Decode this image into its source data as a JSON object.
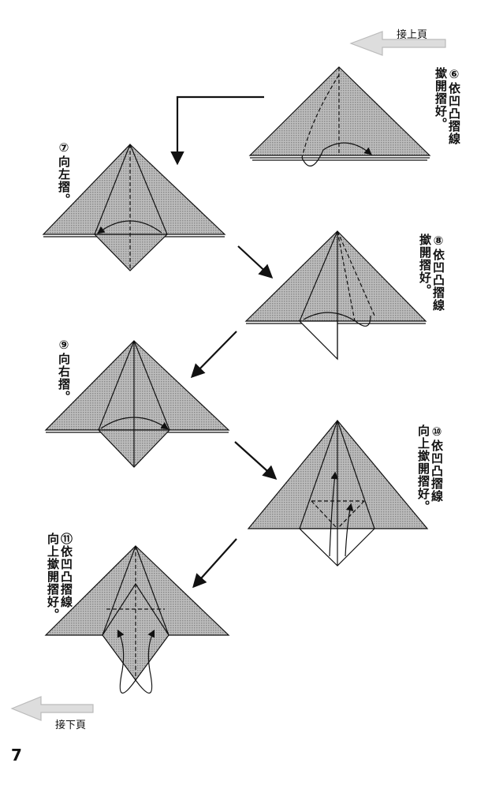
{
  "navigation": {
    "prev_label": "接上頁",
    "next_label": "接下頁"
  },
  "page_number": "7",
  "fill_color": "#a9a9a9",
  "steps": [
    {
      "number": "⑥",
      "lines": [
        "依凹凸摺線",
        "撳開摺好。"
      ]
    },
    {
      "number": "⑦",
      "lines": [
        "向左摺。"
      ]
    },
    {
      "number": "⑧",
      "lines": [
        "依凹凸摺線",
        "撳開摺好。"
      ]
    },
    {
      "number": "⑨",
      "lines": [
        "向右摺。"
      ]
    },
    {
      "number": "⑩",
      "lines": [
        "依凹凸摺線",
        "向上撳開摺好。"
      ]
    },
    {
      "number": "⑪",
      "lines": [
        "依凹凸摺線",
        "向上撳開摺好。"
      ]
    }
  ]
}
